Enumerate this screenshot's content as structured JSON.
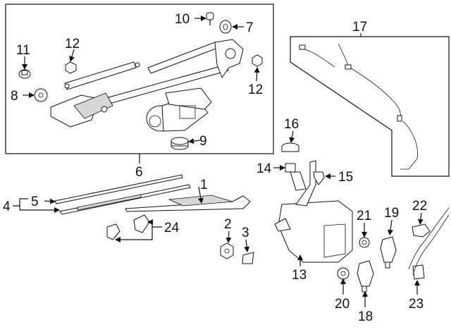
{
  "callouts": [
    "1",
    "2",
    "3",
    "4",
    "5",
    "6",
    "7",
    "8",
    "9",
    "10",
    "11",
    "12",
    "12",
    "13",
    "14",
    "15",
    "16",
    "17",
    "18",
    "19",
    "20",
    "21",
    "22",
    "23",
    "24"
  ]
}
